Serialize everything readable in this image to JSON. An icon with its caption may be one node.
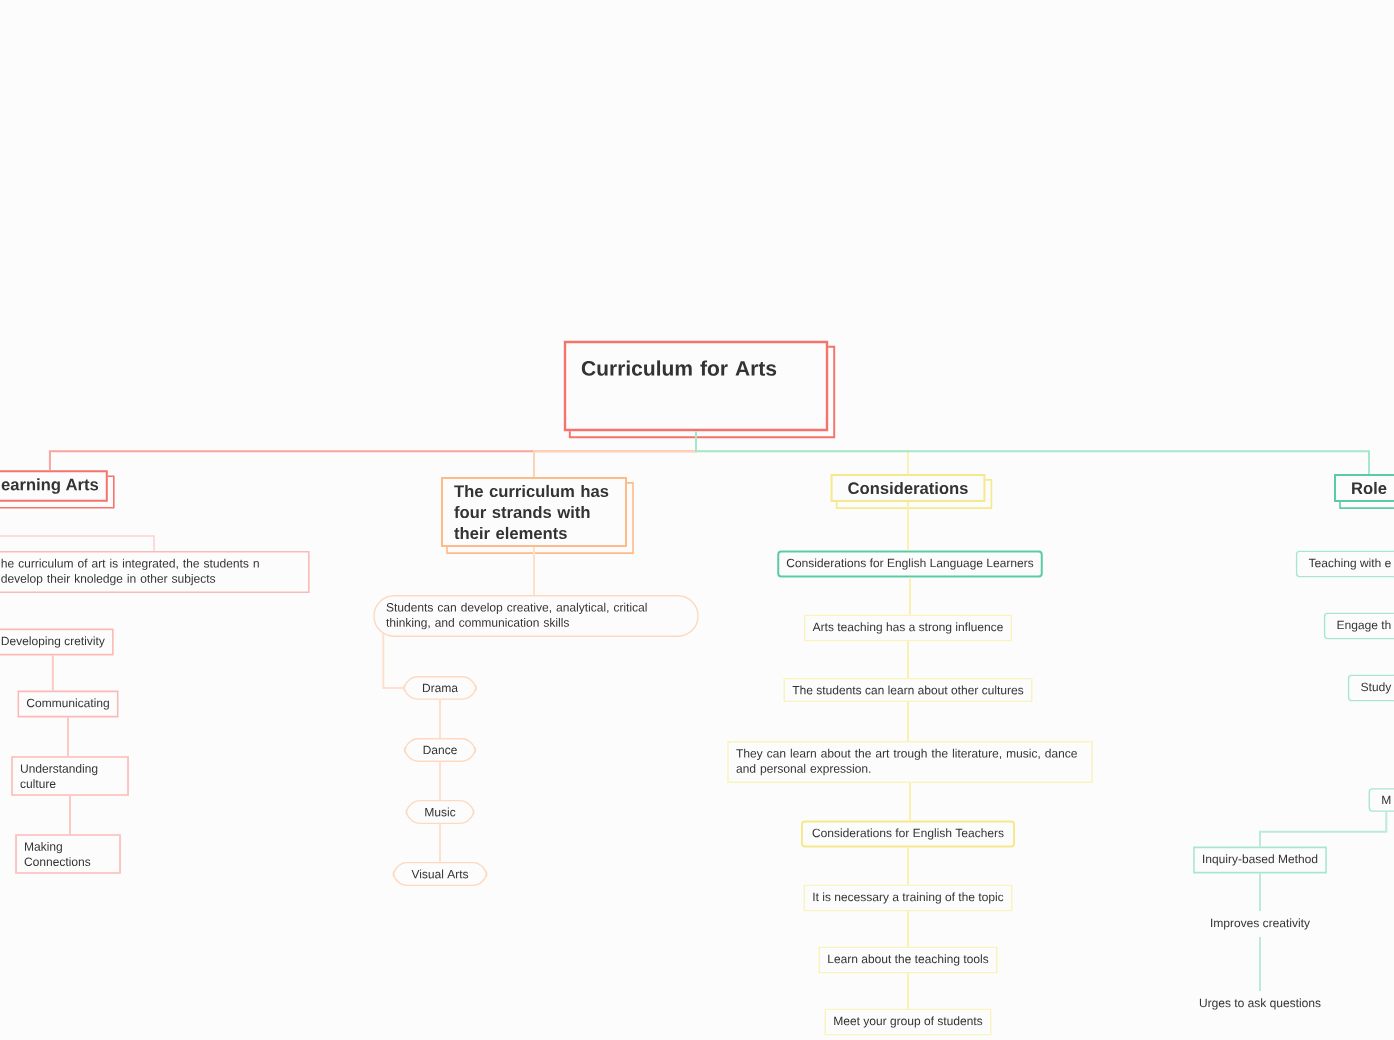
{
  "diagram": {
    "nodes": [
      {
        "text": [
          "Curriculum for Arts"
        ]
      },
      {
        "text": [
          "earning Arts"
        ]
      },
      {
        "text": [
          "he curriculum of art is integrated, the students n develop their knoledge in other subjects"
        ]
      },
      {
        "text": [
          "Developing cretivity"
        ]
      },
      {
        "text": [
          "Communicating"
        ]
      },
      {
        "text": [
          "Understanding culture"
        ]
      },
      {
        "text": [
          "Making Connections"
        ]
      },
      {
        "text": [
          "The curriculum has four strands with their elements"
        ]
      },
      {
        "text": [
          "Students can develop creative, analytical, critical thinking, and communication skills"
        ]
      },
      {
        "text": [
          "Drama"
        ]
      },
      {
        "text": [
          "Dance"
        ]
      },
      {
        "text": [
          "Music"
        ]
      },
      {
        "text": [
          "Visual Arts"
        ]
      },
      {
        "text": [
          "Considerations"
        ]
      },
      {
        "text": [
          "Considerations for English Language Learners"
        ]
      },
      {
        "text": [
          "Arts teaching has a strong influence"
        ]
      },
      {
        "text": [
          "The students can learn about other cultures"
        ]
      },
      {
        "text": [
          "They can learn about the art trough the literature, music, dance and personal expression."
        ]
      },
      {
        "text": [
          "Considerations for English Teachers"
        ]
      },
      {
        "text": [
          "It is necessary a training of the topic"
        ]
      },
      {
        "text": [
          "Learn about the teaching tools"
        ]
      },
      {
        "text": [
          "Meet your group of students"
        ]
      },
      {
        "text": [
          "Role"
        ]
      },
      {
        "text": [
          "Teaching with e"
        ]
      },
      {
        "text": [
          "Engage th"
        ]
      },
      {
        "text": [
          "Study"
        ]
      },
      {
        "text": [
          "M"
        ]
      },
      {
        "text": [
          "Inquiry-based Method"
        ]
      },
      {
        "text": [
          "Improves creativity"
        ]
      },
      {
        "text": [
          "Urges to ask questions"
        ]
      }
    ],
    "edges": [
      {
        "from": 0,
        "to": 1,
        "arrow": "none",
        "color": "#f7a59f"
      },
      {
        "from": 0,
        "to": 7,
        "arrow": "none",
        "color": "#fdd3b6"
      },
      {
        "from": 0,
        "to": 13,
        "arrow": "none",
        "color": "#f9f1b8"
      },
      {
        "from": 0,
        "to": 22,
        "arrow": "none",
        "color": "#a6e6cc"
      },
      {
        "from": 3,
        "to": 4,
        "arrow": "none"
      },
      {
        "from": 4,
        "to": 5,
        "arrow": "none"
      },
      {
        "from": 5,
        "to": 6,
        "arrow": "none"
      },
      {
        "from": 7,
        "to": 8,
        "arrow": "none"
      },
      {
        "from": 8,
        "to": 9,
        "arrow": "none"
      },
      {
        "from": 9,
        "to": 10,
        "arrow": "none"
      },
      {
        "from": 10,
        "to": 11,
        "arrow": "none"
      },
      {
        "from": 11,
        "to": 12,
        "arrow": "none"
      },
      {
        "from": 13,
        "to": 14,
        "arrow": "none"
      },
      {
        "from": 14,
        "to": 15,
        "arrow": "none"
      },
      {
        "from": 15,
        "to": 16,
        "arrow": "none"
      },
      {
        "from": 16,
        "to": 17,
        "arrow": "none"
      },
      {
        "from": 17,
        "to": 18,
        "arrow": "none"
      },
      {
        "from": 18,
        "to": 19,
        "arrow": "none"
      },
      {
        "from": 19,
        "to": 20,
        "arrow": "none"
      },
      {
        "from": 20,
        "to": 21,
        "arrow": "none"
      },
      {
        "from": 26,
        "to": 27,
        "arrow": "none"
      },
      {
        "from": 27,
        "to": 28,
        "arrow": "none"
      },
      {
        "from": 28,
        "to": 29,
        "arrow": "none"
      }
    ]
  }
}
